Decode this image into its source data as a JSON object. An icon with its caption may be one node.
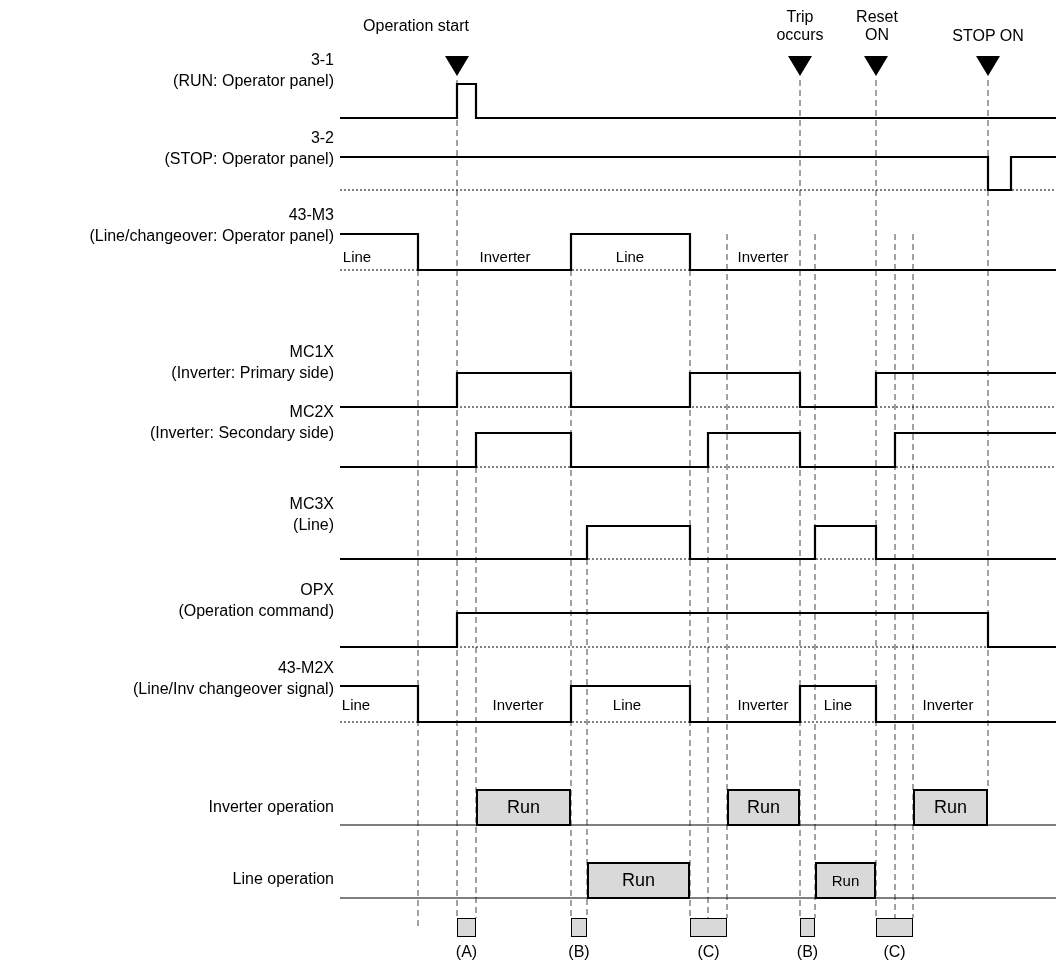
{
  "diagram": {
    "nodes": [
      {
        "text": [
          "Run"
        ]
      },
      {
        "text": [
          "Run"
        ]
      },
      {
        "text": [
          "Run"
        ]
      },
      {
        "text": [
          "Run"
        ]
      },
      {
        "text": [
          "Run"
        ]
      },
      {
        "text": [
          "(A)"
        ]
      },
      {
        "text": [
          "(B)"
        ]
      },
      {
        "text": [
          "(C)"
        ]
      },
      {
        "text": [
          "(B)"
        ]
      },
      {
        "text": [
          "(C)"
        ]
      }
    ],
    "labels": [
      "Trip occurs",
      "Reset ON",
      "Operation start",
      "STOP ON",
      "3-1",
      "(RUN: Operator panel)",
      "3-2",
      "(STOP: Operator panel)",
      "43-M3",
      "(Line/changeover: Operator panel)",
      "Line",
      "Inverter",
      "Line",
      "Inverter",
      "MC1X",
      "(Inverter: Primary side)",
      "MC2X",
      "(Inverter: Secondary side)",
      "MC3X",
      "(Line)",
      "OPX",
      "(Operation command)",
      "43-M2X",
      "(Line/Inv changeover signal)",
      "Line",
      "Inverter",
      "Line",
      "Inverter",
      "Line",
      "Inverter",
      "Inverter operation",
      "Line operation"
    ]
  }
}
